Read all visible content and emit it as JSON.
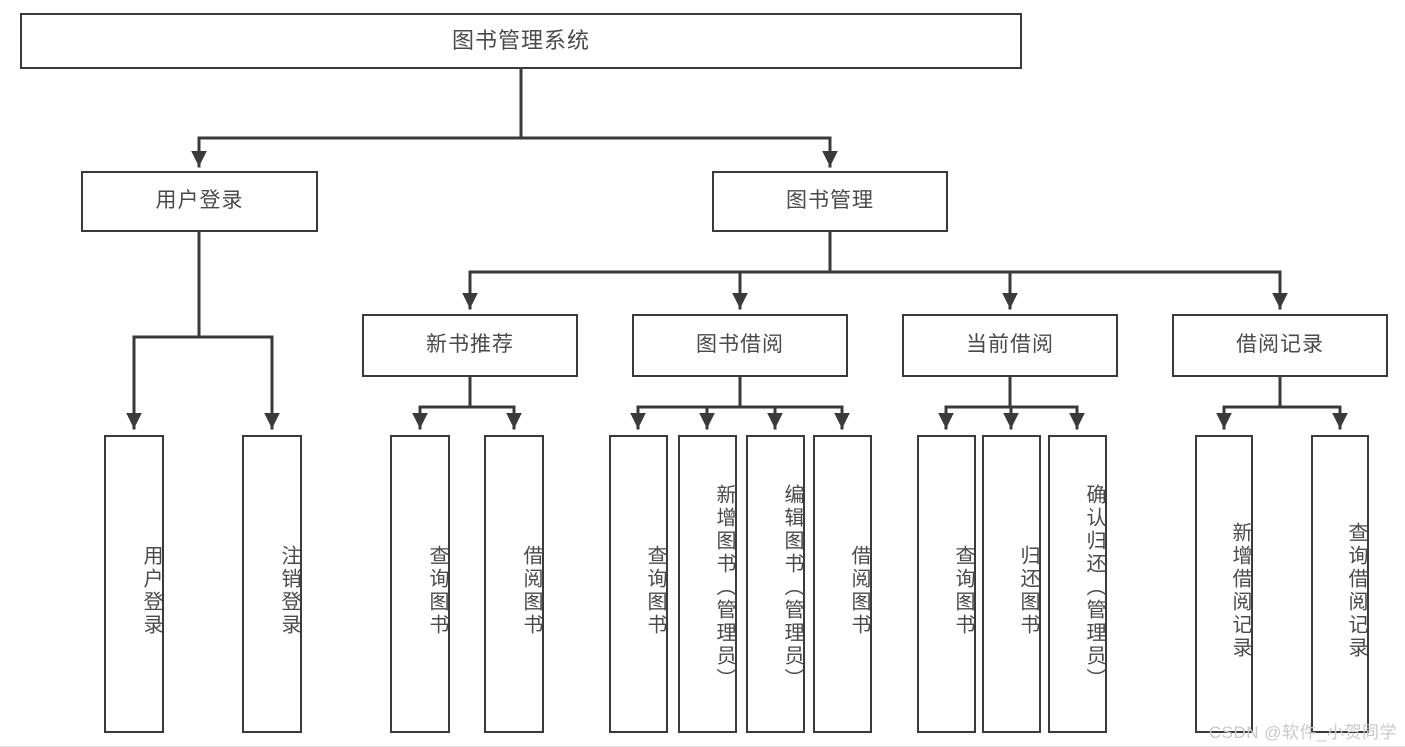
{
  "diagram": {
    "title": "图书管理系统",
    "type": "功能结构图",
    "colors": {
      "stroke": "#3a3a3a",
      "text": "#4a4a4a",
      "background": "#ffffff",
      "watermark": "#c9c9c9"
    },
    "root": {
      "label": "图书管理系统"
    },
    "level2": [
      {
        "id": "user-login",
        "label": "用户登录"
      },
      {
        "id": "book-manage",
        "label": "图书管理"
      }
    ],
    "level3": [
      {
        "id": "new-book-rec",
        "label": "新书推荐"
      },
      {
        "id": "book-borrow",
        "label": "图书借阅"
      },
      {
        "id": "current-borrow",
        "label": "当前借阅"
      },
      {
        "id": "borrow-record",
        "label": "借阅记录"
      }
    ],
    "leaves": {
      "user_login": [
        {
          "id": "leaf-user-login",
          "label": "用户登录"
        },
        {
          "id": "leaf-logout",
          "label": "注销登录"
        }
      ],
      "new_book_rec": [
        {
          "id": "leaf-query-book-1",
          "label": "查询图书"
        },
        {
          "id": "leaf-borrow-book-1",
          "label": "借阅图书"
        }
      ],
      "book_borrow": [
        {
          "id": "leaf-query-book-2",
          "label": "查询图书"
        },
        {
          "id": "leaf-add-book",
          "label": "新增图书（管理员）"
        },
        {
          "id": "leaf-edit-book",
          "label": "编辑图书（管理员）"
        },
        {
          "id": "leaf-borrow-book-2",
          "label": "借阅图书"
        }
      ],
      "current_borrow": [
        {
          "id": "leaf-query-book-3",
          "label": "查询图书"
        },
        {
          "id": "leaf-return-book",
          "label": "归还图书"
        },
        {
          "id": "leaf-confirm-return",
          "label": "确认归还（管理员）"
        }
      ],
      "borrow_record": [
        {
          "id": "leaf-add-record",
          "label": "新增借阅记录"
        },
        {
          "id": "leaf-query-record",
          "label": "查询借阅记录"
        }
      ]
    }
  },
  "watermark": {
    "text": "CSDN @软件_小贺同学"
  }
}
